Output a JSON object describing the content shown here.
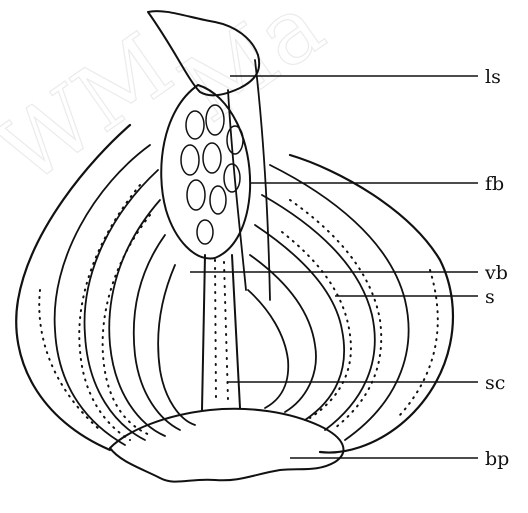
{
  "watermark": "",
  "labels": [
    {
      "key": "ls",
      "text": "ls"
    },
    {
      "key": "fb",
      "text": "fb"
    },
    {
      "key": "vb",
      "text": "vb"
    },
    {
      "key": "s",
      "text": "s"
    },
    {
      "key": "sc",
      "text": "sc"
    },
    {
      "key": "bp",
      "text": "bp"
    }
  ],
  "colors": {
    "ink": "#111111",
    "background": "#ffffff",
    "watermark": "#e9e9e9"
  }
}
